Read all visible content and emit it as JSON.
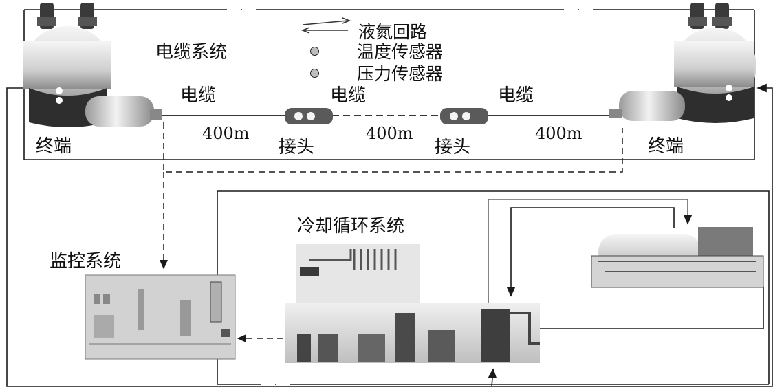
{
  "legend": {
    "loop": "液氮回路",
    "temp_sensor": "温度传感器",
    "pressure_sensor": "压力传感器"
  },
  "cable_system": {
    "title": "电缆系统",
    "terminal_left": "终端",
    "terminal_right": "终端",
    "cable_label_1": "电缆",
    "cable_label_2": "电缆",
    "cable_label_3": "电缆",
    "length_1": "400m",
    "length_2": "400m",
    "length_3": "400m",
    "joint_1": "接头",
    "joint_2": "接头"
  },
  "cooling_system": {
    "title": "冷却循环系统"
  },
  "monitor_system": {
    "title": "监控系统"
  },
  "colors": {
    "line": "#1a1a1a",
    "equipment_light": "#d9d9d9",
    "equipment_dark": "#3a3a3a"
  }
}
